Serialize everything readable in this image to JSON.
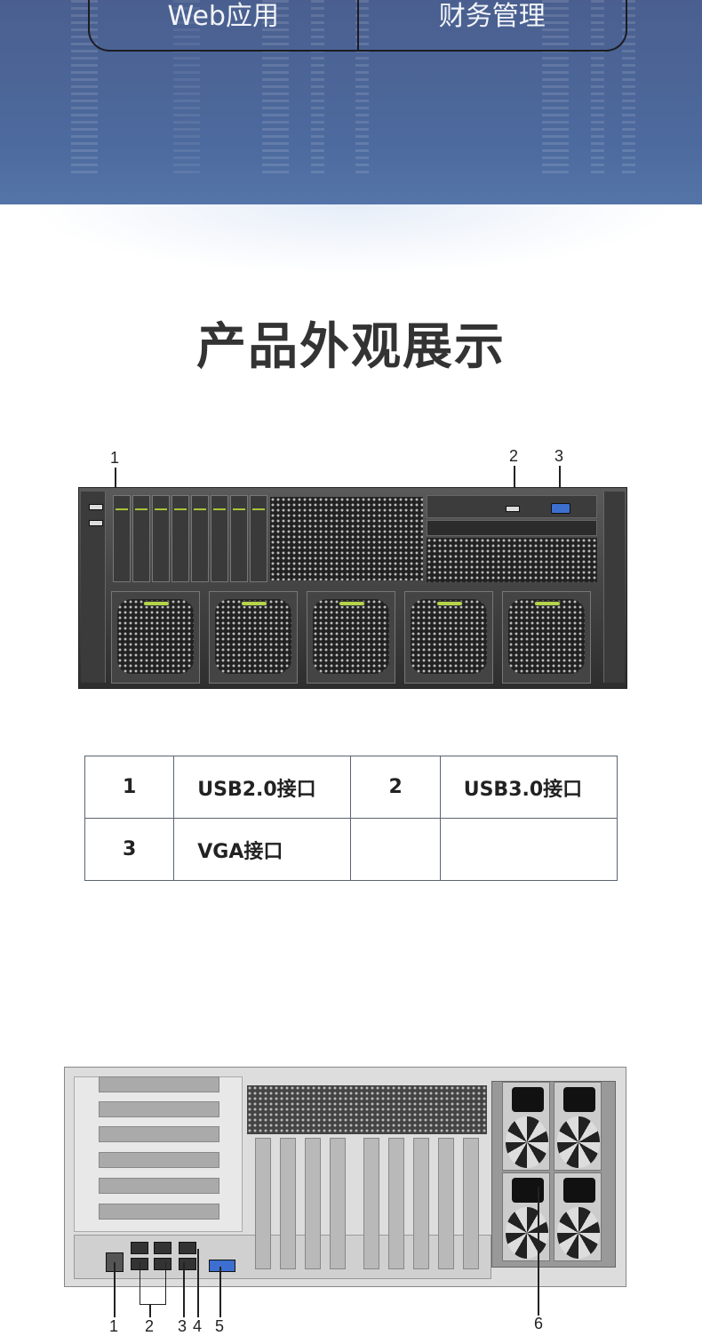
{
  "banner": {
    "cells": [
      "Web应用",
      "财务管理"
    ]
  },
  "section_title": "产品外观展示",
  "front_view": {
    "callouts": [
      "1",
      "2",
      "3"
    ]
  },
  "ports_table": {
    "rows": [
      [
        "1",
        "USB2.0接口",
        "2",
        "USB3.0接口"
      ],
      [
        "3",
        "VGA接口",
        "",
        ""
      ]
    ]
  },
  "rear_view": {
    "callouts": [
      "1",
      "2",
      "3",
      "4",
      "5",
      "6"
    ]
  }
}
